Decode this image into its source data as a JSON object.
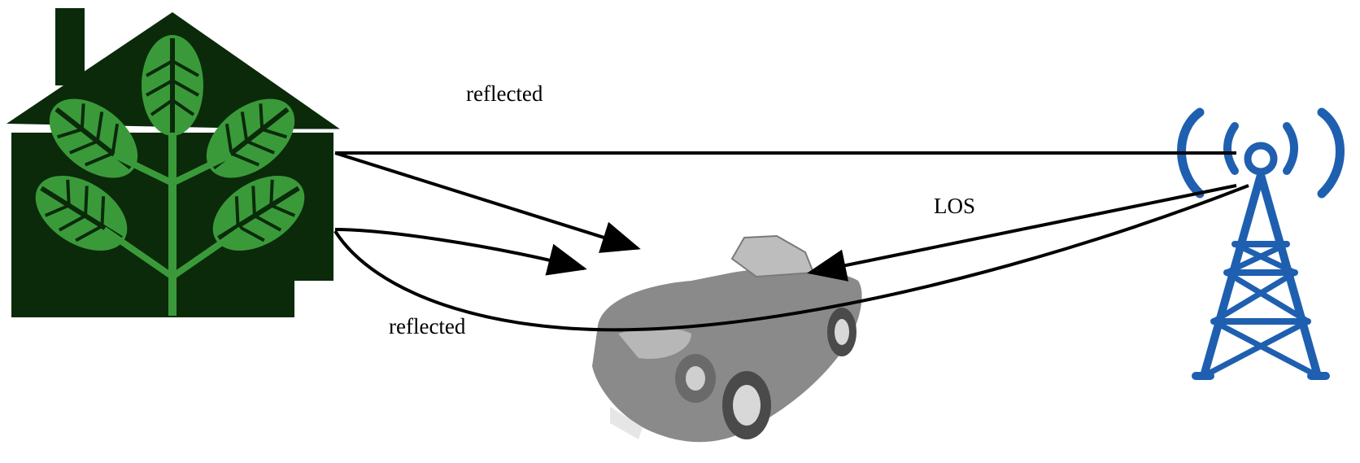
{
  "labels": {
    "reflected_top": "reflected",
    "los": "LOS",
    "reflected_bottom": "reflected"
  },
  "icons": {
    "house": "house-with-plant-icon",
    "car": "convertible-car-icon",
    "tower": "radio-tower-icon"
  },
  "colors": {
    "house_bg": "#0a2a0a",
    "leaf": "#3a9a3a",
    "leaf_vein": "#0a2a0a",
    "tower": "#1f5fb0",
    "car": "#8a8a8a",
    "line": "#000000"
  }
}
